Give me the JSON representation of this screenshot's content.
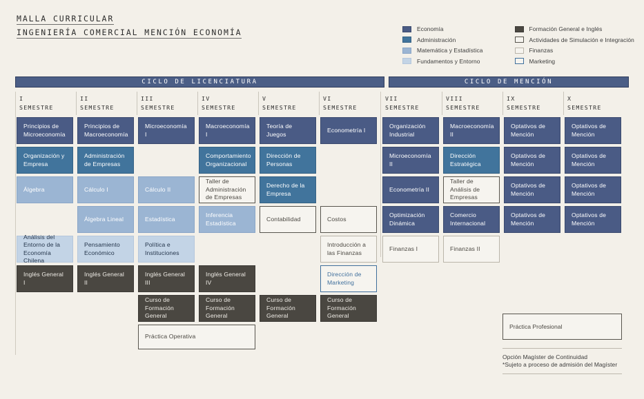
{
  "title": {
    "line1": "MALLA CURRICULAR",
    "line2": "INGENIERÍA COMERCIAL MENCIÓN ECONOMÍA"
  },
  "legend": {
    "left": [
      {
        "label": "Economía",
        "key": "eco",
        "color": "#4a5b85"
      },
      {
        "label": "Administración",
        "key": "adm",
        "color": "#41749c"
      },
      {
        "label": "Matemática y Estadística",
        "key": "mat",
        "color": "#9bb5d3"
      },
      {
        "label": "Fundamentos y Entorno",
        "key": "fun",
        "color": "#c3d4e6"
      }
    ],
    "right": [
      {
        "label": "Formación General e Inglés",
        "key": "fgi",
        "color": "#4a4741"
      },
      {
        "label": "Actividades de Simulación e Integración",
        "key": "sim",
        "color": "#57544d"
      },
      {
        "label": "Finanzas",
        "key": "fin",
        "color": "#b9b4a9"
      },
      {
        "label": "Marketing",
        "key": "mkt",
        "color": "#3f6f9c"
      }
    ]
  },
  "bands": {
    "licenciatura": "CICLO DE LICENCIATURA",
    "mencion": "CICLO DE MENCIÓN"
  },
  "semesters": [
    {
      "roman": "I",
      "word": "SEMESTRE"
    },
    {
      "roman": "II",
      "word": "SEMESTRE"
    },
    {
      "roman": "III",
      "word": "SEMESTRE"
    },
    {
      "roman": "IV",
      "word": "SEMESTRE"
    },
    {
      "roman": "V",
      "word": "SEMESTRE"
    },
    {
      "roman": "VI",
      "word": "SEMESTRE"
    },
    {
      "roman": "VII",
      "word": "SEMESTRE"
    },
    {
      "roman": "VIII",
      "word": "SEMESTRE"
    },
    {
      "roman": "IX",
      "word": "SEMESTRE"
    },
    {
      "roman": "X",
      "word": "SEMESTRE"
    }
  ],
  "courses": {
    "c1r1": "Principios de Microeconomía",
    "c1r2": "Organización y Empresa",
    "c1r3": "Álgebra",
    "c1r5": "Análisis del Entorno de la Economía Chilena",
    "c1r6": "Inglés General I",
    "c2r1": "Principios de Macroeconomía",
    "c2r2": "Administración de Empresas",
    "c2r3": "Cálculo I",
    "c2r4": "Álgebra Lineal",
    "c2r5": "Pensamiento Económico",
    "c2r6": "Inglés General II",
    "c3r1": "Microeconomía I",
    "c3r3": "Cálculo II",
    "c3r4": "Estadística",
    "c3r5": "Política e Instituciones",
    "c3r6": "Inglés General III",
    "c3r7": "Curso de Formación General",
    "c4r1": "Macroeconomía I",
    "c4r2": "Comportamiento Organizacional",
    "c4r3": "Taller de Administración de Empresas",
    "c4r4": "Inferencia Estadística",
    "c4r6": "Inglés General IV",
    "c4r7": "Curso de Formación General",
    "c5r1": "Teoría de Juegos",
    "c5r2": "Dirección de Personas",
    "c5r3": "Derecho de la Empresa",
    "c5r4": "Contabilidad",
    "c5r7": "Curso de Formación General",
    "c6r1": "Econometría I",
    "c6r4": "Costos",
    "c6r5": "Introducción a las Finanzas",
    "c6r6": "Dirección de Marketing",
    "c6r7": "Curso de Formación General",
    "c7r1": "Organización Industrial",
    "c7r2": "Microeconomía II",
    "c7r3": "Econometría II",
    "c7r4": "Optimización Dinámica",
    "c7r5": "Finanzas I",
    "c8r1": "Macroeconomía II",
    "c8r2": "Dirección Estratégica",
    "c8r3": "Taller de Análisis de Empresas",
    "c8r4": "Comercio Internacional",
    "c8r5": "Finanzas II",
    "c9r1": "Optativos de Mención",
    "c9r2": "Optativos de Mención",
    "c9r3": "Optativos de Mención",
    "c9r4": "Optativos de Mención",
    "c10r1": "Optativos de Mención",
    "c10r2": "Optativos de Mención",
    "c10r3": "Optativos de Mención",
    "c10r4": "Optativos de Mención",
    "practica_operativa": "Práctica Operativa",
    "practica_profesional": "Práctica Profesional"
  },
  "notes": {
    "line1": "Opción Magíster de Continuidad",
    "line2": "*Sujeto a proceso de admisión del Magíster"
  }
}
